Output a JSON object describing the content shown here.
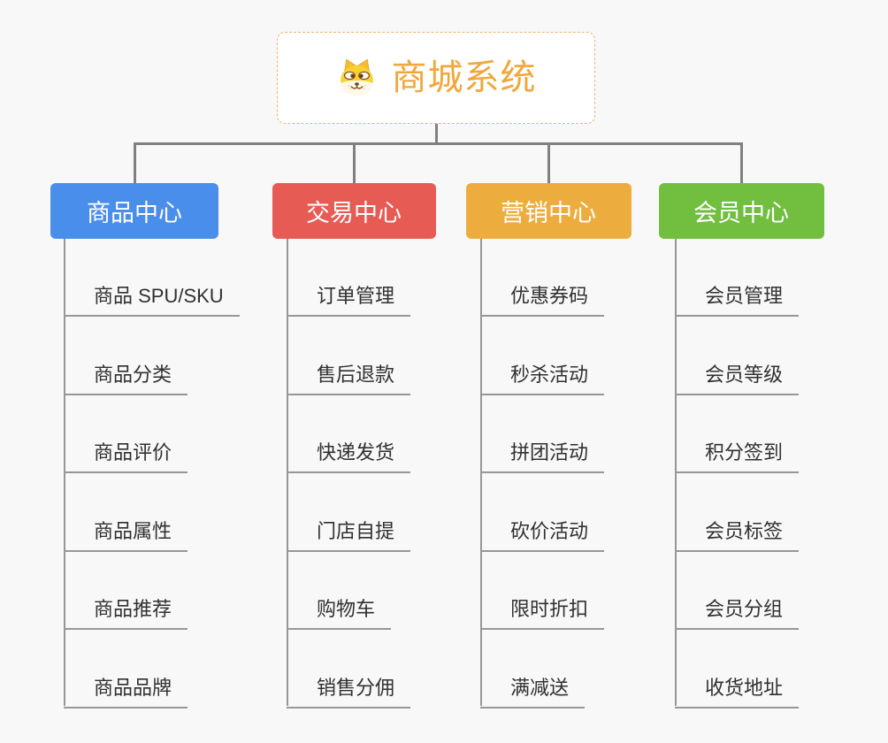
{
  "root": {
    "title": "商城系统",
    "icon": "doge-icon"
  },
  "branches": [
    {
      "label": "商品中心",
      "color": "#4a8eeb",
      "children": [
        "商品 SPU/SKU",
        "商品分类",
        "商品评价",
        "商品属性",
        "商品推荐",
        "商品品牌"
      ]
    },
    {
      "label": "交易中心",
      "color": "#e65c55",
      "children": [
        "订单管理",
        "售后退款",
        "快递发货",
        "门店自提",
        "购物车",
        "销售分佣"
      ]
    },
    {
      "label": "营销中心",
      "color": "#edad3e",
      "children": [
        "优惠券码",
        "秒杀活动",
        "拼团活动",
        "砍价活动",
        "限时折扣",
        "满减送"
      ]
    },
    {
      "label": "会员中心",
      "color": "#72bf40",
      "children": [
        "会员管理",
        "会员等级",
        "积分签到",
        "会员标签",
        "会员分组",
        "收货地址"
      ]
    }
  ],
  "colors": {
    "title_text": "#f0a73c",
    "root_border": "#f0b469",
    "connector_line": "#808080",
    "branch_line": "#979797",
    "leaf_text": "#303030",
    "branch_text": "#ffffff",
    "background": "#f8f8f8"
  }
}
